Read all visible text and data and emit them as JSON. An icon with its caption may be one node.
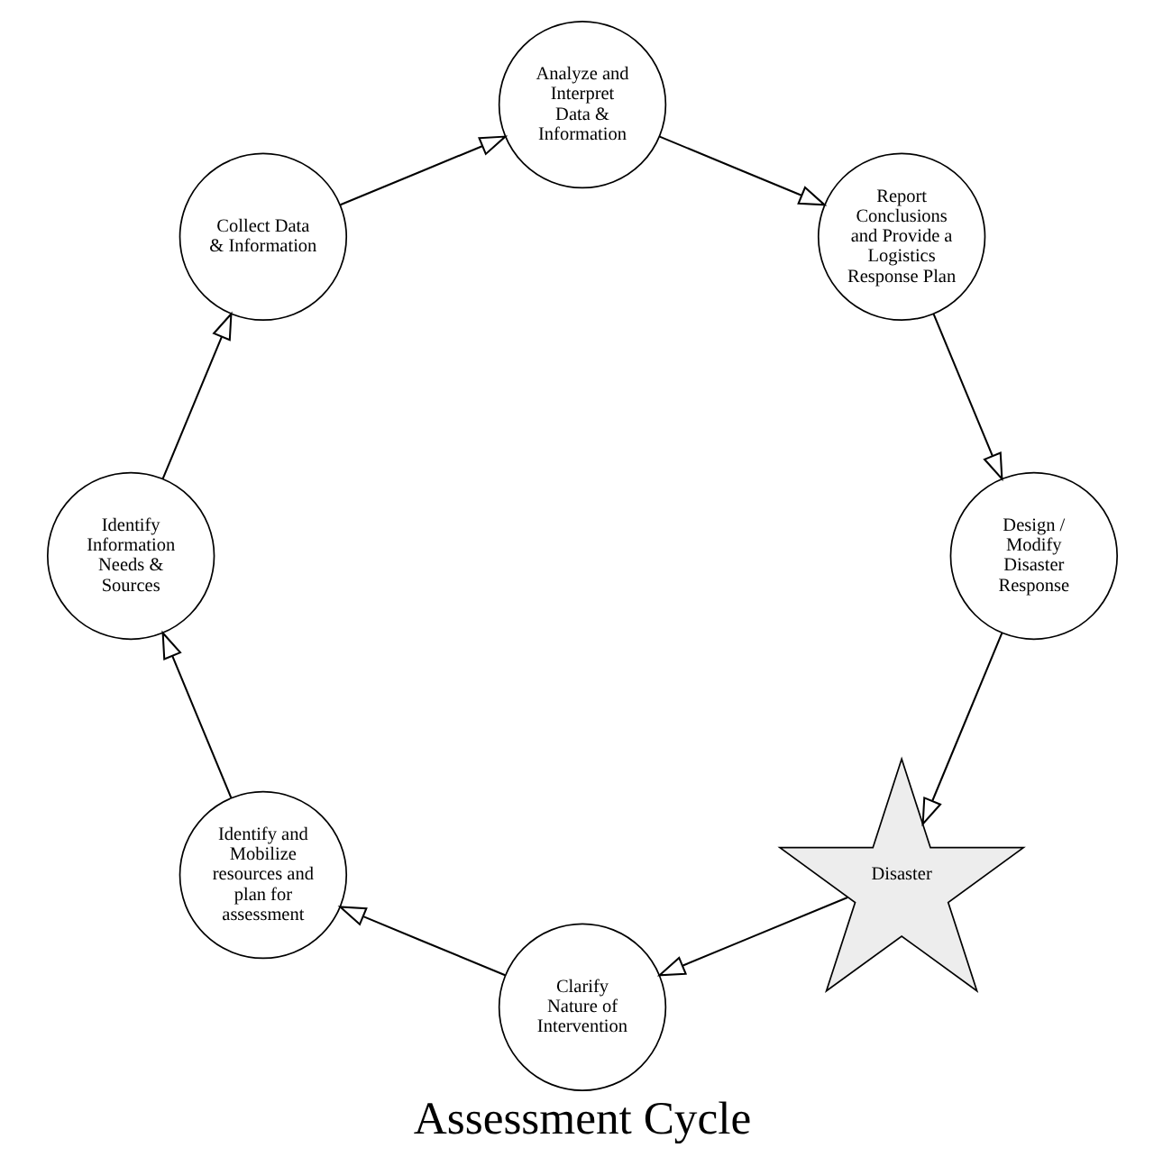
{
  "diagram": {
    "title": "Assessment Cycle",
    "nodes": [
      {
        "text": [
          "Disaster"
        ]
      },
      {
        "text": [
          "Clarify Nature of Intervention"
        ]
      },
      {
        "text": [
          "Identify and Mobilize resources and plan for assessment"
        ]
      },
      {
        "text": [
          "Identify Information Needs & Sources"
        ]
      },
      {
        "text": [
          "Collect Data & Information"
        ]
      },
      {
        "text": [
          "Analyze and Interpret Data & Information"
        ]
      },
      {
        "text": [
          "Report Conclusions and Provide a Logistics Response Plan"
        ]
      },
      {
        "text": [
          "Design / Modify Disaster Response"
        ]
      }
    ],
    "edges": [
      {
        "from": 0,
        "to": 1,
        "arrow": "to"
      },
      {
        "from": 1,
        "to": 2,
        "arrow": "to"
      },
      {
        "from": 2,
        "to": 3,
        "arrow": "to"
      },
      {
        "from": 3,
        "to": 4,
        "arrow": "to"
      },
      {
        "from": 4,
        "to": 5,
        "arrow": "to"
      },
      {
        "from": 5,
        "to": 6,
        "arrow": "to"
      },
      {
        "from": 6,
        "to": 7,
        "arrow": "to"
      },
      {
        "from": 7,
        "to": 0,
        "arrow": "to"
      }
    ]
  }
}
